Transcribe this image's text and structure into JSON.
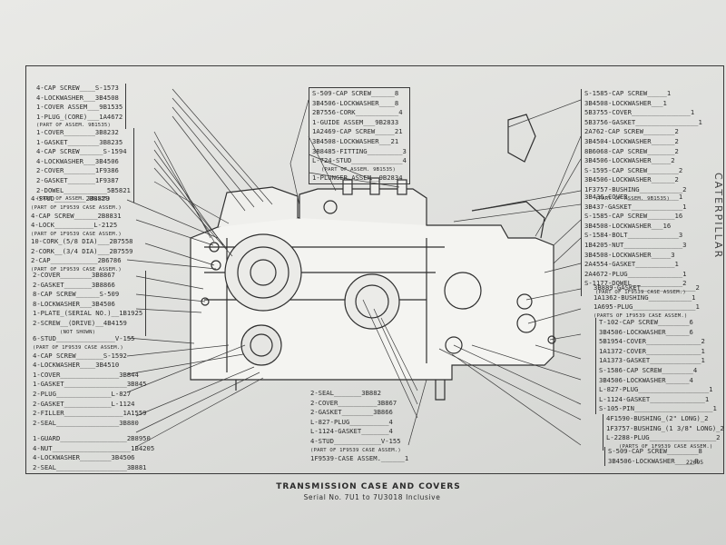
{
  "side_text": "CATERPILLAR",
  "caption": {
    "title": "TRANSMISSION CASE AND COVERS",
    "serial": "Serial No. 7U1 to 7U3018 Inclusive"
  },
  "figure_number": "22695",
  "left_group_1": [
    "4-CAP SCREW____S-1573",
    "4-LOCKWASHER___3B4508",
    "1-COVER ASSEM___9B1535",
    "1-PLUG_(CORE)___1A4672",
    "(PART OF ASSEM. 9B1535)"
  ],
  "left_group_2": [
    "1-COVER________3B8232",
    "1-GASKET________3B8235",
    "4-CAP SCREW______S-1594",
    "4-LOCKWASHER___3B4506",
    "2-COVER________1F9386",
    "2-GASKET_______1F9387",
    "2-DOWEL___________5B5821",
    "(PART OF ASSEM. 9B1535)"
  ],
  "left_group_3": [
    "4-STUD________2B8829",
    "(PART OF 1F9539 CASE ASSEM.)",
    "4-CAP SCREW______2B8831",
    "4-LOCK__________L-2125",
    "(PART OF 1F9539 CASE ASSEM.)"
  ],
  "left_group_4": [
    "10-CORK_(5/8 DIA)___2B7558",
    "2-CORK__(3/4 DIA)___2B7559",
    "2-CAP____________2B6786",
    "(PART OF 1F9539 CASE ASSEM.)"
  ],
  "left_group_5": [
    "2-COVER________3B8867",
    "2-GASKET_______3B8866",
    "8-CAP SCREW______S-509",
    "8-LOCKWASHER___3B4506",
    "1-PLATE_(SERIAL NO.)__1B1925",
    "2-SCREW__(DRIVE)__4B4159",
    "(NOT SHOWN)"
  ],
  "left_group_6": [
    "6-STUD_______________V-155",
    "(PART OF 1F9539 CASE ASSEM.)",
    "4-CAP SCREW_______S-1592",
    "4-LOCKWASHER____3B4510",
    "1-COVER_______________3B844",
    "1-GASKET________________3B845",
    "2-PLUG______________L-827",
    "2-GASKET____________L-1124",
    "2-FILLER_______________1A1559",
    "2-SEAL________________3B880"
  ],
  "left_group_7": [
    "1-GUARD_________________2B8950",
    "4-NUT____________________1B4205",
    "4-LOCKWASHER________3B4506",
    "2-SEAL__________________3B881"
  ],
  "top_center_group": [
    "S-509-CAP SCREW______8",
    "3B4506-LOCKWASHER____8",
    "2B7556-CORK___________4",
    "1-GUIDE ASSEM___9B2833",
    "1A2469-CAP SCREW_____21",
    "3B4508-LOCKWASHER___21",
    "3B8485-FITTING_________3",
    "L-724-STUD_____________4",
    "(PART OF ASSEM. 9B1535)",
    "1-PLUNGER ASSEM__9B2834"
  ],
  "bottom_center_group": [
    "2-SEAL_______3B882",
    "2-COVER__________3B867",
    "2-GASKET________3B866",
    "L-827-PLUG__________4",
    "L-1124-GASKET_______4",
    "4-STUD____________V-155",
    "(PART OF 1F9539 CASE ASSEM.)",
    "1F9539-CASE ASSEM.______1"
  ],
  "right_group_1": [
    "S-1585-CAP SCREW_____1",
    "3B4508-LOCKWASHER___1",
    "5B3755-COVER_______________1",
    "5B3756-GASKET________________1",
    "2A762-CAP SCREW________2",
    "3B4504-LOCKWASHER______2",
    "8B6068-CAP SCREW_______2",
    "3B4506-LOCKWASHER_____2",
    "S-1595-CAP SCREW________2",
    "3B4506-LOCKWASHER______2",
    "1F3757-BUSHING___________2",
    "(PART OF ASSEM. 9B1535)"
  ],
  "right_group_2": [
    "3B436-COVER_____________1",
    "3B437-GASKET_____________1",
    "S-1585-CAP SCREW_______16",
    "3B4508-LOCKWASHER___16",
    "S-1584-BOLT_____________3",
    "1B4205-NUT_______________3",
    "3B4508-LOCKWASHER_____3",
    "2A4554-GASKET__________1",
    "2A4672-PLUG______________1",
    "S-1177-DOWEL_____________2",
    "(PART OF 1F9539 CASE ASSEM.)"
  ],
  "right_group_3": [
    "3B889-GASKET______________2",
    "1A1362-BUSHING___________1",
    "1A695-PLUG________________1",
    "(PARTS OF 1F9539 CASE ASSEM.)"
  ],
  "right_group_4": [
    "T-102-CAP SCREW________6",
    "3B4506-LOCKWASHER______6",
    "5B1954-COVER______________2",
    "1A1372-COVER______________1",
    "1A1373-GASKET_____________1",
    "S-1586-CAP SCREW________4",
    "3B4506-LOCKWASHER______4",
    "L-827-PLUG__________________1",
    "L-1124-GASKET______________1",
    "S-105-PIN____________________1"
  ],
  "right_group_5": [
    "4F1590-BUSHING_(2\" LONG)_2",
    "1F3757-BUSHING_(1 3/8\" LONG)_2",
    "L-2288-PLUG_________________2",
    "(PARTS OF 1F9539 CASE ASSEM.)"
  ],
  "right_group_6": [
    "S-509-CAP SCREW________8",
    "3B4506-LOCKWASHER_____8"
  ]
}
